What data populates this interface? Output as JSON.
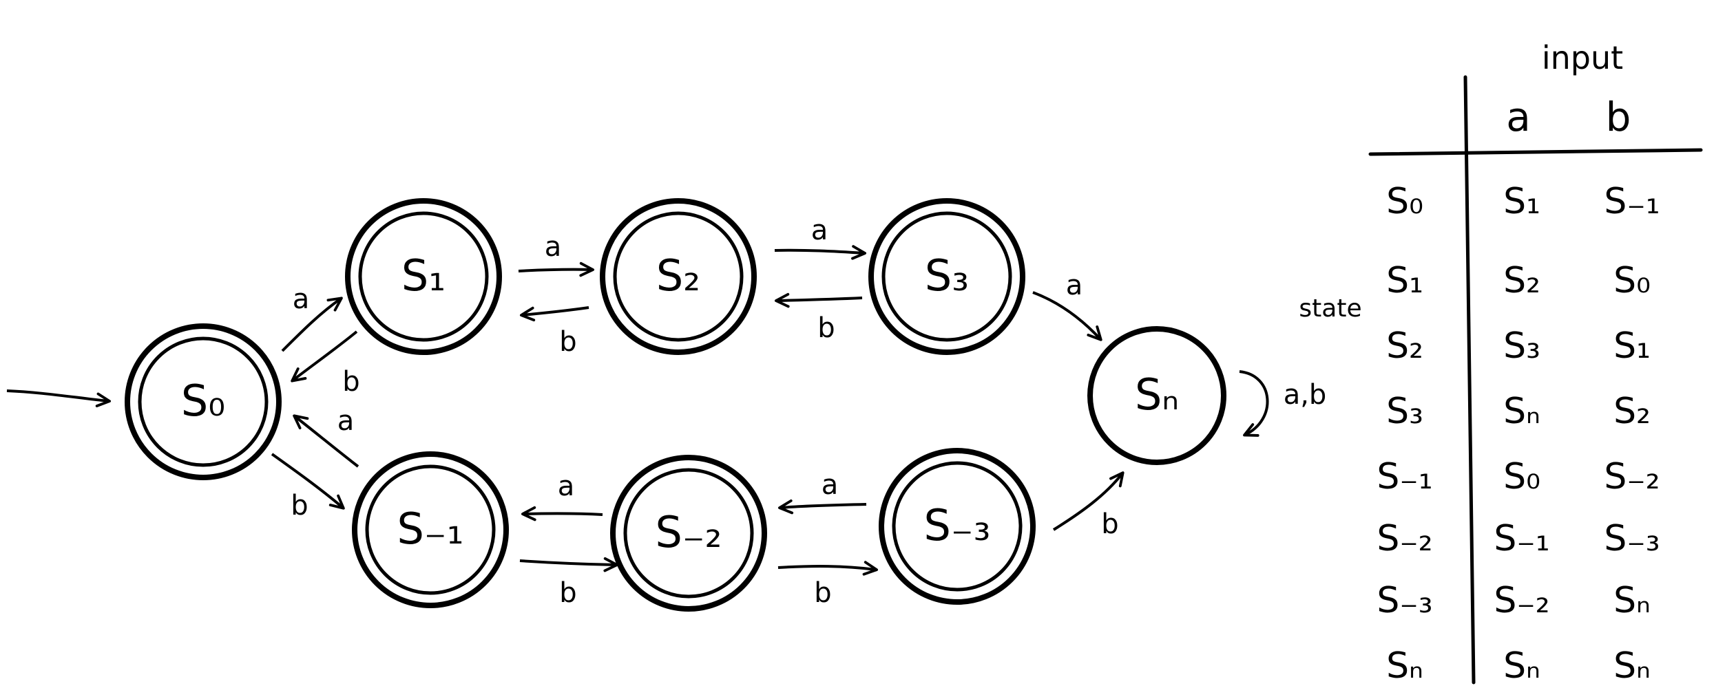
{
  "diagram": {
    "states": [
      {
        "id": "s0",
        "label": "S₀",
        "accepting": true,
        "start": true
      },
      {
        "id": "s1",
        "label": "S₁",
        "accepting": true,
        "start": false
      },
      {
        "id": "s2",
        "label": "S₂",
        "accepting": true,
        "start": false
      },
      {
        "id": "s3",
        "label": "S₃",
        "accepting": true,
        "start": false
      },
      {
        "id": "sm1",
        "label": "S₋₁",
        "accepting": true,
        "start": false
      },
      {
        "id": "sm2",
        "label": "S₋₂",
        "accepting": true,
        "start": false
      },
      {
        "id": "sm3",
        "label": "S₋₃",
        "accepting": true,
        "start": false
      },
      {
        "id": "sn",
        "label": "Sₙ",
        "accepting": false,
        "start": false
      }
    ],
    "transitions": [
      {
        "from": "s0",
        "to": "s1",
        "label": "a"
      },
      {
        "from": "s1",
        "to": "s0",
        "label": "b"
      },
      {
        "from": "s1",
        "to": "s2",
        "label": "a"
      },
      {
        "from": "s2",
        "to": "s1",
        "label": "b"
      },
      {
        "from": "s2",
        "to": "s3",
        "label": "a"
      },
      {
        "from": "s3",
        "to": "s2",
        "label": "b"
      },
      {
        "from": "s3",
        "to": "sn",
        "label": "a"
      },
      {
        "from": "s0",
        "to": "sm1",
        "label": "b"
      },
      {
        "from": "sm1",
        "to": "s0",
        "label": "a"
      },
      {
        "from": "sm1",
        "to": "sm2",
        "label": "b"
      },
      {
        "from": "sm2",
        "to": "sm1",
        "label": "a"
      },
      {
        "from": "sm2",
        "to": "sm3",
        "label": "b"
      },
      {
        "from": "sm3",
        "to": "sm2",
        "label": "a"
      },
      {
        "from": "sm3",
        "to": "sn",
        "label": "b"
      },
      {
        "from": "sn",
        "to": "sn",
        "label": "a,b"
      }
    ]
  },
  "table": {
    "title": "input",
    "row_header": "state",
    "columns": [
      "a",
      "b"
    ],
    "rows": [
      {
        "state": "S₀",
        "a": "S₁",
        "b": "S₋₁"
      },
      {
        "state": "S₁",
        "a": "S₂",
        "b": "S₀"
      },
      {
        "state": "S₂",
        "a": "S₃",
        "b": "S₁"
      },
      {
        "state": "S₃",
        "a": "Sₙ",
        "b": "S₂"
      },
      {
        "state": "S₋₁",
        "a": "S₀",
        "b": "S₋₂"
      },
      {
        "state": "S₋₂",
        "a": "S₋₁",
        "b": "S₋₃"
      },
      {
        "state": "S₋₃",
        "a": "S₋₂",
        "b": "Sₙ"
      },
      {
        "state": "Sₙ",
        "a": "Sₙ",
        "b": "Sₙ"
      }
    ]
  }
}
